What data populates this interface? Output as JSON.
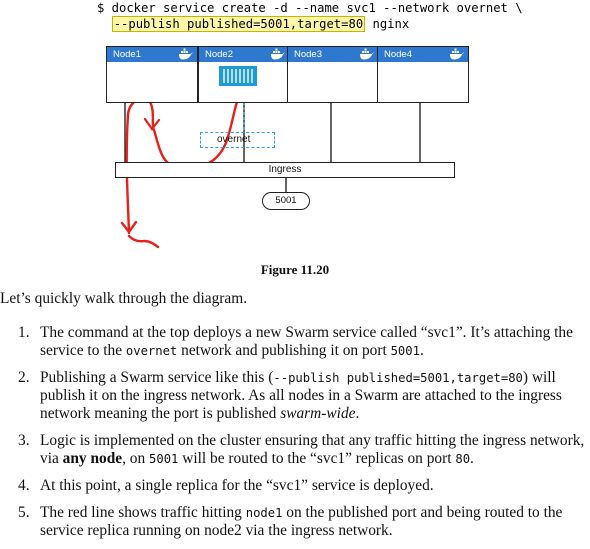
{
  "command": {
    "line1": "$ docker service create -d --name svc1 --network overnet \\",
    "line2_highlight": "--publish published=5001,target=80",
    "line2_rest": " nginx"
  },
  "nodes": [
    {
      "label": "Node1"
    },
    {
      "label": "Node2"
    },
    {
      "label": "Node3"
    },
    {
      "label": "Node4"
    }
  ],
  "overnet_label": "overnet",
  "ingress_label": "Ingress",
  "port_label": "5001",
  "caption": "Figure 11.20",
  "intro": "Let’s quickly walk through the diagram.",
  "list": [
    {
      "num": "1.",
      "a": "The command at the top deploys a new Swarm service called “svc1”. It’s attaching the service to the ",
      "code1": "overnet",
      "b": " network and publishing it on port ",
      "code2": "5001",
      "c": "."
    },
    {
      "num": "2.",
      "a": "Publishing a Swarm service like this (",
      "code1": "--publish published=5001,target=80",
      "b": ") will publish it on the ingress network. As all nodes in a Swarm are attached to the ingress network meaning the port is published ",
      "em": "swarm-wide",
      "c": "."
    },
    {
      "num": "3.",
      "a": "Logic is implemented on the cluster ensuring that any traffic hitting the ingress network, via ",
      "strong": "any node",
      "b": ", on ",
      "code1": "5001",
      "c": " will be routed to the “svc1” replicas on port ",
      "code2": "80",
      "d": "."
    },
    {
      "num": "4.",
      "a": "At this point, a single replica for the “svc1” service is deployed."
    },
    {
      "num": "5.",
      "a": "The red line shows traffic hitting ",
      "code1": "node1",
      "b": " on the published port and being routed to the service replica running on node2 via the ingress network."
    }
  ],
  "colors": {
    "node_header": "#2f78d0",
    "overnet_border": "#2aa3dd",
    "traffic_line": "#e8201a",
    "highlight": "#fff7a8"
  }
}
